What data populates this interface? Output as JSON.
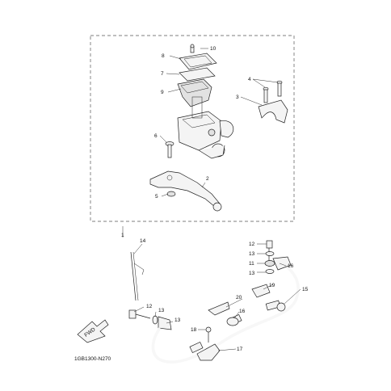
{
  "diagram": {
    "code": "1GB1300-N270",
    "fwd_label": "FWD",
    "callouts": {
      "c1": "1",
      "c2": "2",
      "c3": "3",
      "c4": "4",
      "c5": "5",
      "c6": "6",
      "c7": "7",
      "c8": "8",
      "c9": "9",
      "c10": "10",
      "c11": "11",
      "c12a": "12",
      "c12b": "12",
      "c13a": "13",
      "c13b": "13",
      "c13c": "13",
      "c13d": "13",
      "c14": "14",
      "c15": "15",
      "c16": "16",
      "c17": "17",
      "c18": "18",
      "c19": "19",
      "c20": "20"
    }
  }
}
